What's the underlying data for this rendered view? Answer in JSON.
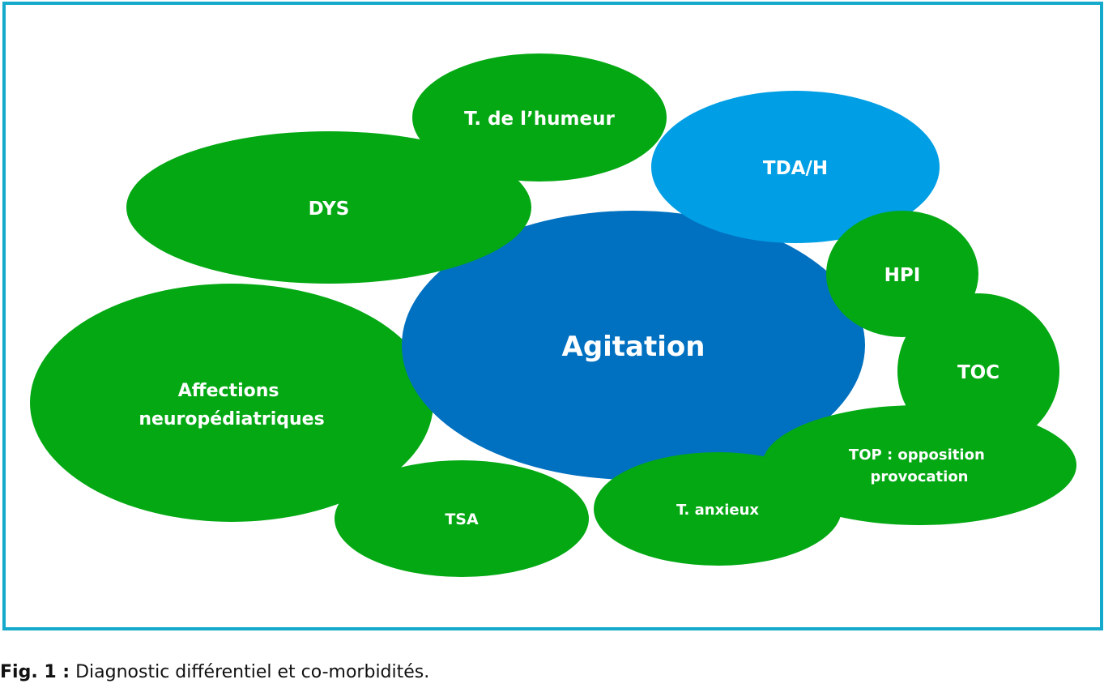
{
  "colors": {
    "frame": "#15aacb",
    "green": "#03a813",
    "light_blue": "#009fe5",
    "dark_blue": "#0070c0",
    "text": "#ffffff"
  },
  "nodes": [
    {
      "id": "tsa",
      "label": "TSA",
      "color": "green"
    },
    {
      "id": "affections",
      "label": "Affections neuropédiatriques",
      "lines": [
        "Affections",
        "neuropédiatriques"
      ],
      "color": "green"
    },
    {
      "id": "agitation",
      "label": "Agitation",
      "color": "dark_blue"
    },
    {
      "id": "dys",
      "label": "DYS",
      "color": "green"
    },
    {
      "id": "humeur",
      "label": "T. de l’humeur",
      "color": "green"
    },
    {
      "id": "tdah",
      "label": "TDA/H",
      "color": "light_blue"
    },
    {
      "id": "toc",
      "label": "TOC",
      "color": "green"
    },
    {
      "id": "hpi",
      "label": "HPI",
      "color": "green"
    },
    {
      "id": "top",
      "label": "TOP : opposition provocation",
      "lines": [
        "TOP : opposition",
        "provocation"
      ],
      "color": "green"
    },
    {
      "id": "anxieux",
      "label": "T. anxieux",
      "color": "green"
    }
  ],
  "caption": {
    "label": "Fig. 1 :",
    "text": "Diagnostic différentiel et co-morbidités."
  }
}
